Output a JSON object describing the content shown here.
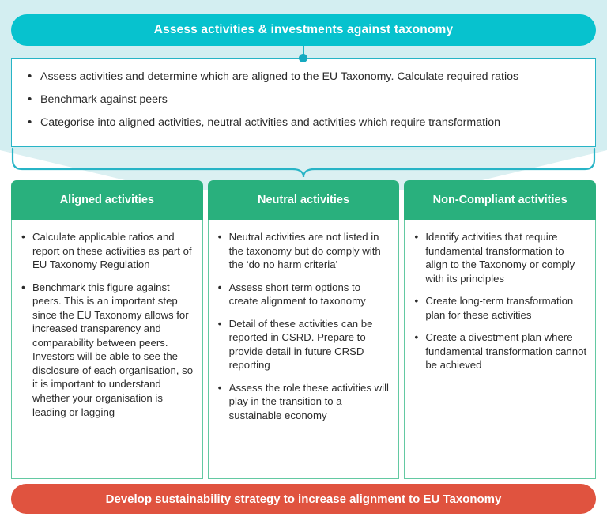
{
  "colors": {
    "background_tint": "#d3eef1",
    "top_banner": "#07c2ce",
    "column_header": "#29b07d",
    "column_border": "#63c9a2",
    "bullet_box_border": "#27b4c6",
    "bottom_banner": "#e0533f",
    "text": "#2b2b2b",
    "banner_text": "#ffffff"
  },
  "top_banner": {
    "label": "Assess activities & investments against taxonomy"
  },
  "overview": {
    "bullets": [
      "Assess activities and determine which are aligned to the EU Taxonomy. Calculate required ratios",
      "Benchmark against peers",
      "Categorise into aligned activities, neutral activities and activities which require transformation"
    ]
  },
  "columns": [
    {
      "title": "Aligned activities",
      "bullets": [
        "Calculate applicable ratios and report on these activities as part of EU Taxonomy Regulation",
        "Benchmark this figure against peers. This is an important step since the EU Taxonomy allows for increased transparency and comparability between peers. Investors will be able to see the disclosure of each organisation, so it is important to understand whether your organisation is leading or lagging"
      ]
    },
    {
      "title": "Neutral activities",
      "bullets": [
        "Neutral activities are not listed in the taxonomy but do comply with the ‘do no harm criteria’",
        "Assess short term options to create alignment to taxonomy",
        "Detail of these activities can be reported in CSRD. Prepare to provide detail in future CRSD reporting",
        "Assess the role these activities will play in the transition to a sustainable economy"
      ]
    },
    {
      "title": "Non-Compliant activities",
      "bullets": [
        "Identify activities that require fundamental transformation to align to the Taxonomy or comply with its principles",
        "Create long-term transformation plan for these activities",
        "Create a divestment plan where fundamental transformation cannot be achieved"
      ]
    }
  ],
  "bottom_banner": {
    "label": "Develop sustainability strategy to increase alignment to EU Taxonomy"
  }
}
